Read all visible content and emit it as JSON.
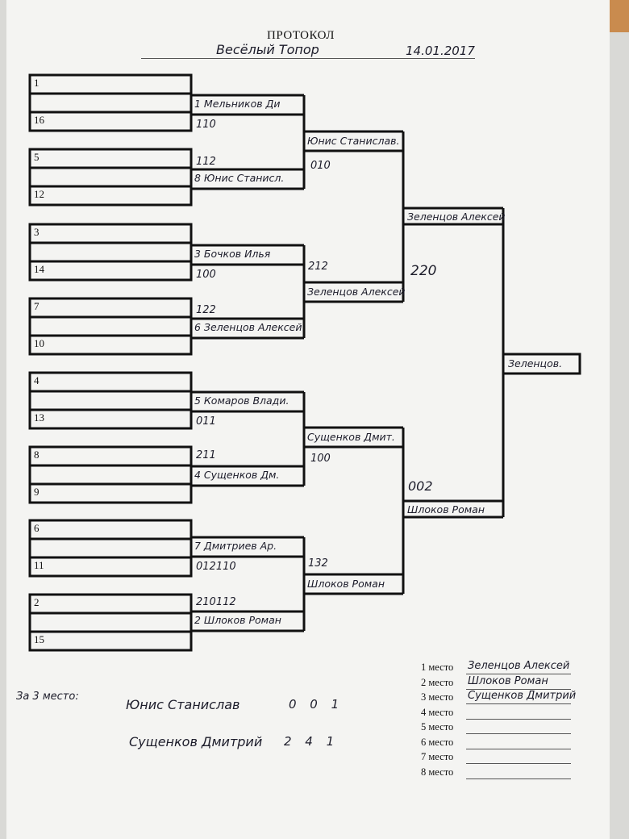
{
  "header": {
    "title": "ПРОТОКОЛ",
    "subtitle": "Весёлый Топор",
    "date": "14.01.2017"
  },
  "seeds": [
    "1",
    "16",
    "5",
    "12",
    "3",
    "14",
    "7",
    "10",
    "4",
    "13",
    "8",
    "9",
    "6",
    "11",
    "2",
    "15"
  ],
  "round1": [
    {
      "winner": "1 Мельников Ди",
      "score_above": "",
      "score_below": "110"
    },
    {
      "winner": "8 Юнис Станисл.",
      "score_above": "112",
      "score_below": ""
    },
    {
      "winner": "3 Бочков Илья",
      "score_above": "",
      "score_below": "100"
    },
    {
      "winner": "6 Зеленцов Алексей",
      "score_above": "122",
      "score_below": ""
    },
    {
      "winner": "5 Комаров Влади.",
      "score_above": "",
      "score_below": "011"
    },
    {
      "winner": "4 Сущенков Дм.",
      "score_above": "211",
      "score_below": ""
    },
    {
      "winner": "7 Дмитриев Ар.",
      "score_above": "",
      "score_below": "012110"
    },
    {
      "winner": "2 Шлоков Роман",
      "score_above": "210112",
      "score_below": ""
    }
  ],
  "round2": [
    {
      "winner": "Юнис Станислав.",
      "score_above": "",
      "score_below": "010"
    },
    {
      "winner": "Зеленцов Алексей",
      "score_above": "212",
      "score_below": ""
    },
    {
      "winner": "Сущенков Дмит.",
      "score_above": "",
      "score_below": "100"
    },
    {
      "winner": "Шлоков Роман",
      "score_above": "132",
      "score_below": ""
    }
  ],
  "semis": [
    {
      "winner": "Зеленцов Алексей",
      "score_below": "220"
    },
    {
      "winner": "Шлоков Роман",
      "score_above": "002"
    }
  ],
  "final": {
    "winner": "Зеленцов."
  },
  "third_place": {
    "label": "За 3 место:",
    "players": [
      {
        "name": "Юнис Станислав",
        "score": "0 0 1"
      },
      {
        "name": "Сущенков Дмитрий",
        "score": "2 4 1"
      }
    ]
  },
  "places": [
    {
      "label": "1 место",
      "name": "Зеленцов Алексей"
    },
    {
      "label": "2 место",
      "name": "Шлоков  Роман"
    },
    {
      "label": "3 место",
      "name": "Сущенков Дмитрий"
    },
    {
      "label": "4 место",
      "name": ""
    },
    {
      "label": "5 место",
      "name": ""
    },
    {
      "label": "6 место",
      "name": ""
    },
    {
      "label": "7 место",
      "name": ""
    },
    {
      "label": "8 место",
      "name": ""
    }
  ]
}
